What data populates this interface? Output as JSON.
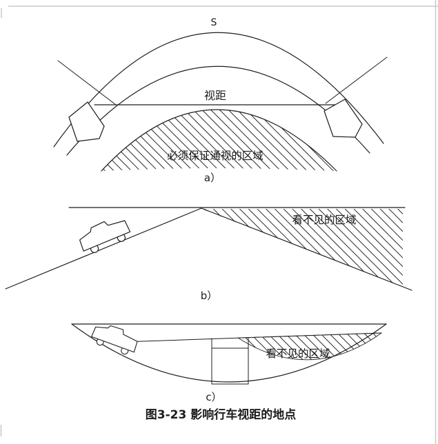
{
  "colors": {
    "ink": "#1c1c1c",
    "background": "#ffffff",
    "scan_edge": "#c8c8c8"
  },
  "figure": {
    "caption": "图3-23  影响行车视距的地点",
    "panel_a": {
      "panel_label": "a）",
      "curve_length_label": "S",
      "sight_distance_label": "视距",
      "clear_zone_label": "必须保证通视的区域"
    },
    "panel_b": {
      "panel_label": "b）",
      "hidden_area_label": "看不见的区域"
    },
    "panel_c": {
      "panel_label": "c）",
      "hidden_area_label": "看不见的区域"
    }
  }
}
